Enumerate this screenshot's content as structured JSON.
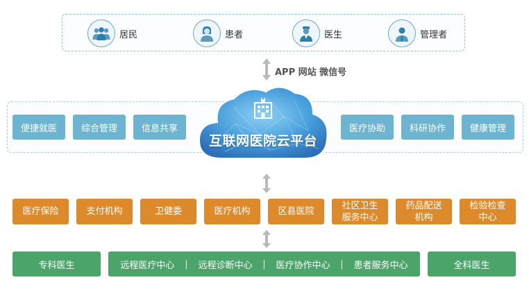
{
  "users": [
    {
      "label": "居民",
      "icon": "group-users-icon"
    },
    {
      "label": "患者",
      "icon": "patient-icon"
    },
    {
      "label": "医生",
      "icon": "doctor-icon"
    },
    {
      "label": "管理者",
      "icon": "manager-icon"
    }
  ],
  "channels": "APP  网站  微信号",
  "platform": {
    "title": "互联网医院云平台",
    "icon": "hospital-icon"
  },
  "services_left": [
    "便捷就医",
    "综合管理",
    "信息共享"
  ],
  "services_right": [
    "医疗协助",
    "科研协作",
    "健康管理"
  ],
  "orgs": [
    "医疗保险",
    "支付机构",
    "卫健委",
    "医疗机构",
    "区县医院",
    "社区卫生服务中心",
    "药品配送机构",
    "检验检查中心"
  ],
  "bottom": {
    "left": "专科医生",
    "middle": [
      "远程医疗中心",
      "远程诊断中心",
      "医疗协作中心",
      "患者服务中心"
    ],
    "separator": "|",
    "right": "全科医生"
  },
  "colors": {
    "service_blue": "#6cb4cf",
    "org_orange": "#dd8a2c",
    "green": "#4ba46a",
    "cloud_blue": "#3f8fd0"
  }
}
